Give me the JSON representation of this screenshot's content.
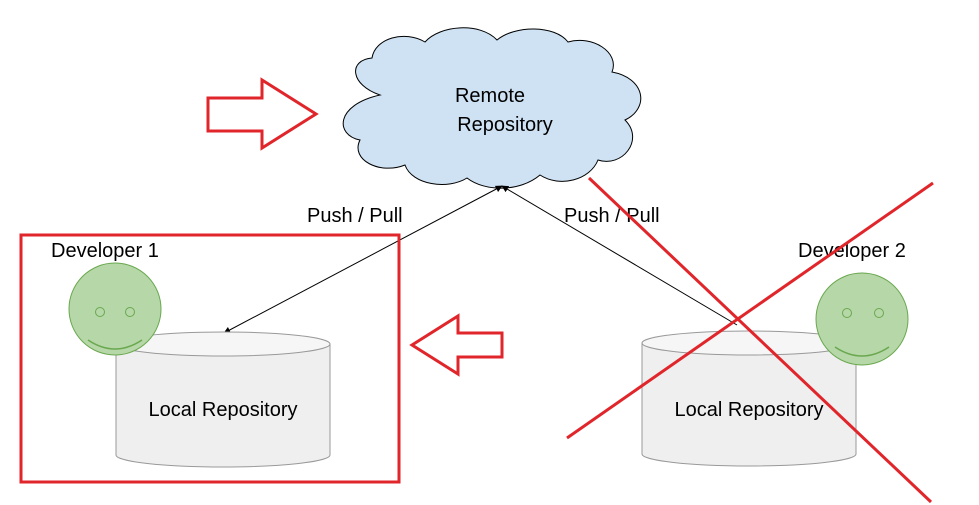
{
  "remote": {
    "line1": "Remote",
    "line2": "Repository"
  },
  "edges": {
    "left_label": "Push / Pull",
    "right_label": "Push / Pull"
  },
  "developer1": {
    "name": "Developer 1",
    "repo_label": "Local Repository"
  },
  "developer2": {
    "name": "Developer 2",
    "repo_label": "Local Repository"
  },
  "colors": {
    "cloud_fill": "#cfe2f3",
    "cylinder_fill": "#efefef",
    "face_fill": "#b6d7a8",
    "face_stroke": "#6aa84f",
    "annotation_red": "#e0262b"
  },
  "icons": {
    "developer_face": "smiley-face-icon",
    "right_arrow": "block-arrow-right-icon",
    "left_arrow": "block-arrow-left-icon",
    "cross": "cross-out-icon"
  }
}
